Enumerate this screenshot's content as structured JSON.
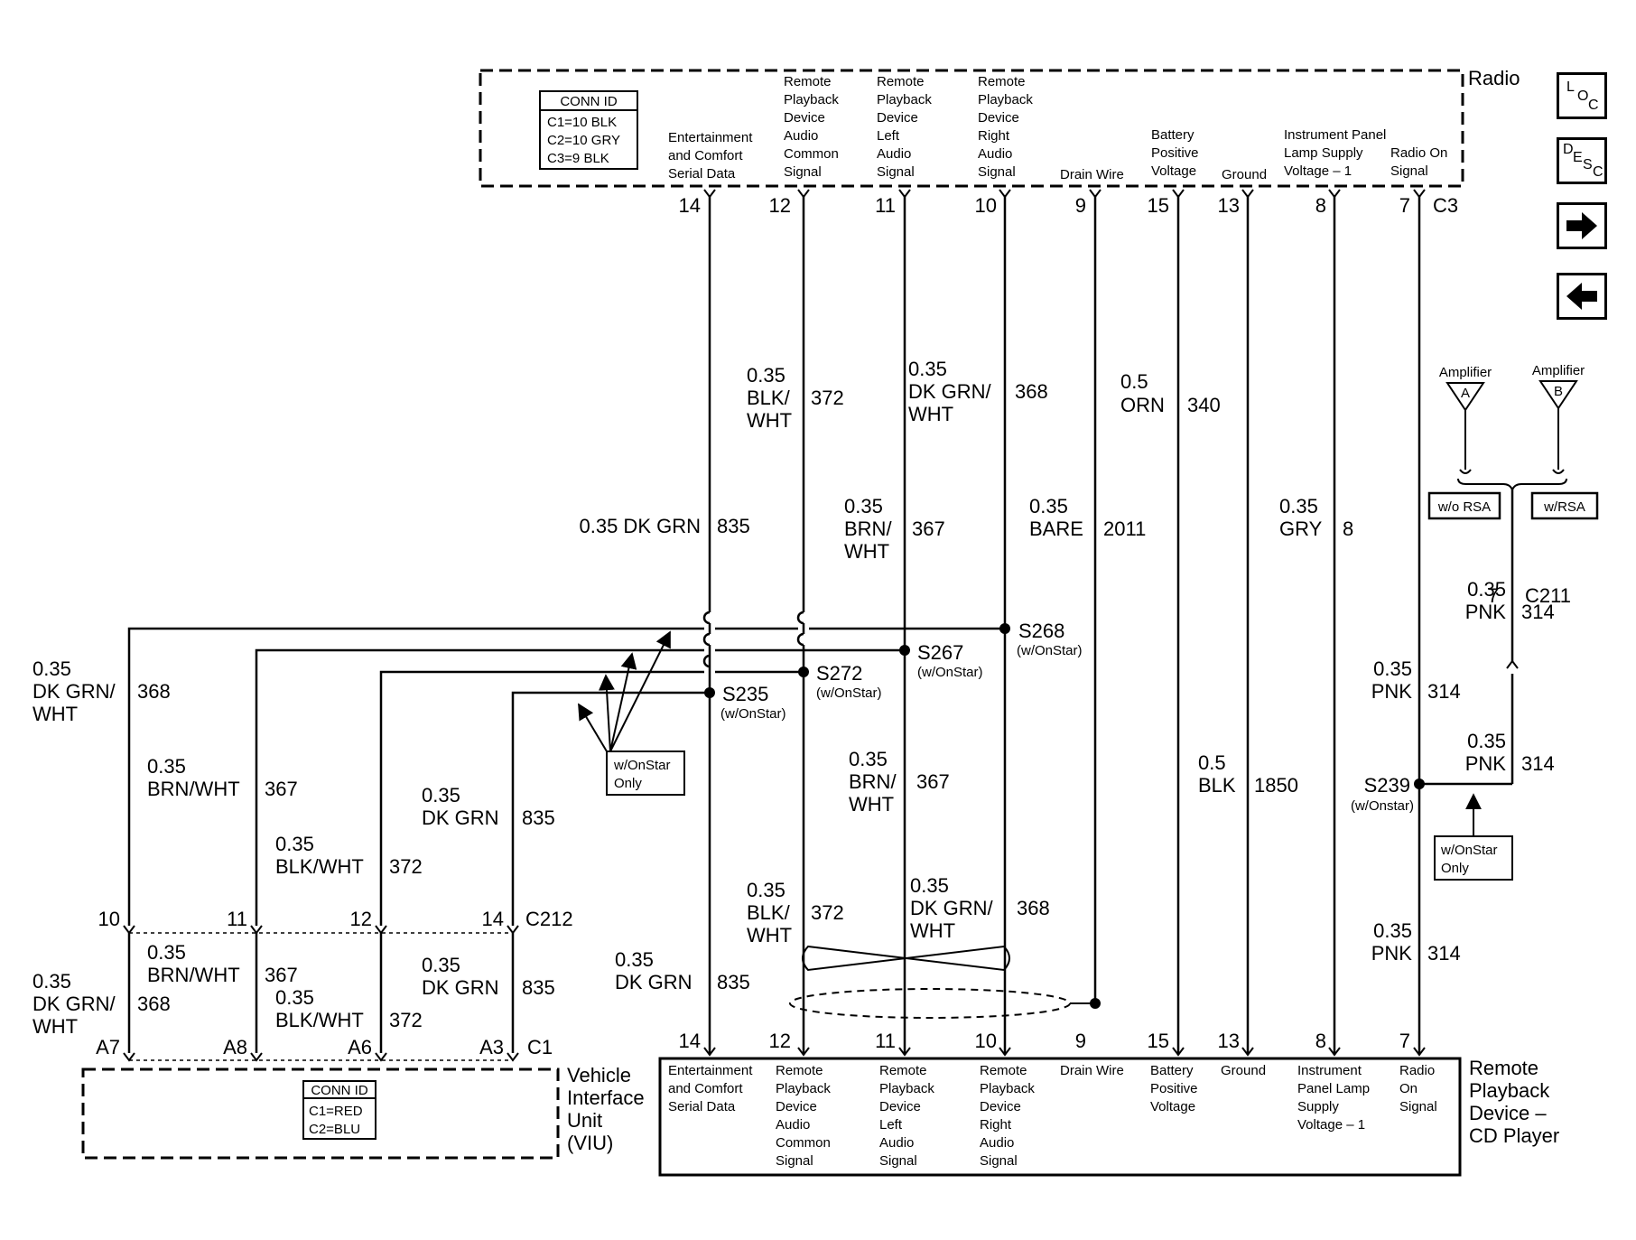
{
  "radio": {
    "title": "Radio",
    "connector": "C3",
    "conn_id": {
      "header": "CONN ID",
      "rows": [
        "C1=10 BLK",
        "C2=10 GRY",
        "C3=9 BLK"
      ]
    },
    "pins": [
      {
        "pin": "14",
        "label": [
          "Entertainment",
          "and Comfort",
          "Serial Data"
        ]
      },
      {
        "pin": "12",
        "label": [
          "Remote",
          "Playback",
          "Device",
          "Audio",
          "Common",
          "Signal"
        ]
      },
      {
        "pin": "11",
        "label": [
          "Remote",
          "Playback",
          "Device",
          "Left",
          "Audio",
          "Signal"
        ]
      },
      {
        "pin": "10",
        "label": [
          "Remote",
          "Playback",
          "Device",
          "Right",
          "Audio",
          "Signal"
        ]
      },
      {
        "pin": "9",
        "label": [
          "Drain Wire"
        ]
      },
      {
        "pin": "15",
        "label": [
          "Battery",
          "Positive",
          "Voltage"
        ]
      },
      {
        "pin": "13",
        "label": [
          "Ground"
        ]
      },
      {
        "pin": "8",
        "label": [
          "Instrument Panel",
          "Lamp Supply",
          "Voltage – 1"
        ]
      },
      {
        "pin": "7",
        "label": [
          "Radio On",
          "Signal"
        ]
      }
    ]
  },
  "wires_upper": [
    {
      "gauge": "0.35",
      "color": [
        "BLK/",
        "WHT"
      ],
      "circuit": "372"
    },
    {
      "gauge": "0.35",
      "color": [
        "DK GRN/",
        "WHT"
      ],
      "circuit": "368"
    },
    {
      "gauge": "0.5",
      "color": [
        "ORN"
      ],
      "circuit": "340"
    },
    {
      "text": "0.35 DK GRN",
      "circuit": "835"
    },
    {
      "gauge": "0.35",
      "color": [
        "BRN/",
        "WHT"
      ],
      "circuit": "367"
    },
    {
      "gauge": "0.35",
      "color": [
        "BARE"
      ],
      "circuit": "2011"
    },
    {
      "gauge": "0.35",
      "color": [
        "GRY"
      ],
      "circuit": "8"
    }
  ],
  "amplifiers": [
    {
      "title": "Amplifier",
      "letter": "A",
      "option": "w/o RSA"
    },
    {
      "title": "Amplifier",
      "letter": "B",
      "option": "w/RSA"
    }
  ],
  "pnk_wires": [
    {
      "gauge": "0.35",
      "color": "PNK",
      "circuit": "314"
    },
    {
      "gauge": "0.35",
      "color": "PNK",
      "circuit": "314"
    },
    {
      "gauge": "0.35",
      "color": "PNK",
      "circuit": "314"
    },
    {
      "gauge": "0.35",
      "color": "PNK",
      "circuit": "314"
    }
  ],
  "c211": {
    "pin": "7",
    "name": "C211"
  },
  "splices": [
    {
      "id": "S268",
      "note": "(w/OnStar)"
    },
    {
      "id": "S267",
      "note": "(w/OnStar)"
    },
    {
      "id": "S272",
      "note": "(w/OnStar)"
    },
    {
      "id": "S235",
      "note": "(w/OnStar)"
    },
    {
      "id": "S239",
      "note": "(w/Onstar)"
    }
  ],
  "onstar_only": [
    "w/OnStar",
    "Only"
  ],
  "viu_side_wires": [
    {
      "gauge": "0.35",
      "color": [
        "DK GRN/",
        "WHT"
      ],
      "circuit": "368"
    },
    {
      "gauge": "0.35",
      "color": [
        "BRN/WHT"
      ],
      "circuit": "367"
    },
    {
      "gauge": "0.35",
      "color": [
        "DK GRN"
      ],
      "circuit": "835"
    },
    {
      "gauge": "0.35",
      "color": [
        "BLK/WHT"
      ],
      "circuit": "372"
    }
  ],
  "c212": {
    "name": "C212",
    "pins": [
      "10",
      "11",
      "12",
      "14"
    ]
  },
  "viu_lower_wires": [
    {
      "gauge": "0.35",
      "color": [
        "DK GRN/",
        "WHT"
      ],
      "circuit": "368"
    },
    {
      "gauge": "0.35",
      "color": [
        "BRN/WHT"
      ],
      "circuit": "367"
    },
    {
      "gauge": "0.35",
      "color": [
        "BLK/WHT"
      ],
      "circuit": "372"
    },
    {
      "gauge": "0.35",
      "color": [
        "DK GRN"
      ],
      "circuit": "835"
    }
  ],
  "viu": {
    "title": [
      "Vehicle",
      "Interface",
      "Unit",
      "(VIU)"
    ],
    "connector": "C1",
    "pins": [
      "A7",
      "A8",
      "A6",
      "A3"
    ],
    "conn_id": {
      "header": "CONN ID",
      "rows": [
        "C1=RED",
        "C2=BLU"
      ]
    }
  },
  "mid_wires": [
    {
      "gauge": "0.35",
      "color": [
        "BRN/",
        "WHT"
      ],
      "circuit": "367"
    },
    {
      "gauge": "0.5",
      "color": [
        "BLK"
      ],
      "circuit": "1850"
    }
  ],
  "lower_wires": [
    {
      "gauge": "0.35",
      "color": [
        "BLK/",
        "WHT"
      ],
      "circuit": "372"
    },
    {
      "gauge": "0.35",
      "color": [
        "DK GRN/",
        "WHT"
      ],
      "circuit": "368"
    },
    {
      "gauge": "0.35",
      "color": [
        "DK GRN"
      ],
      "circuit": "835"
    }
  ],
  "cd_player": {
    "title": [
      "Remote",
      "Playback",
      "Device –",
      "CD Player"
    ],
    "pins": [
      {
        "pin": "14",
        "label": [
          "Entertainment",
          "and Comfort",
          "Serial Data"
        ]
      },
      {
        "pin": "12",
        "label": [
          "Remote",
          "Playback",
          "Device",
          "Audio",
          "Common",
          "Signal"
        ]
      },
      {
        "pin": "11",
        "label": [
          "Remote",
          "Playback",
          "Device",
          "Left",
          "Audio",
          "Signal"
        ]
      },
      {
        "pin": "10",
        "label": [
          "Remote",
          "Playback",
          "Device",
          "Right",
          "Audio",
          "Signal"
        ]
      },
      {
        "pin": "9",
        "label": [
          "Drain Wire"
        ]
      },
      {
        "pin": "15",
        "label": [
          "Battery",
          "Positive",
          "Voltage"
        ]
      },
      {
        "pin": "13",
        "label": [
          "Ground"
        ]
      },
      {
        "pin": "8",
        "label": [
          "Instrument",
          "Panel Lamp",
          "Supply",
          "Voltage – 1"
        ]
      },
      {
        "pin": "7",
        "label": [
          "Radio",
          "On",
          "Signal"
        ]
      }
    ]
  },
  "nav": {
    "loc": [
      "L",
      "O",
      "C"
    ],
    "desc": [
      "D",
      "E",
      "S",
      "C"
    ],
    "next_icon": "arrow-right-icon",
    "prev_icon": "arrow-left-icon"
  }
}
